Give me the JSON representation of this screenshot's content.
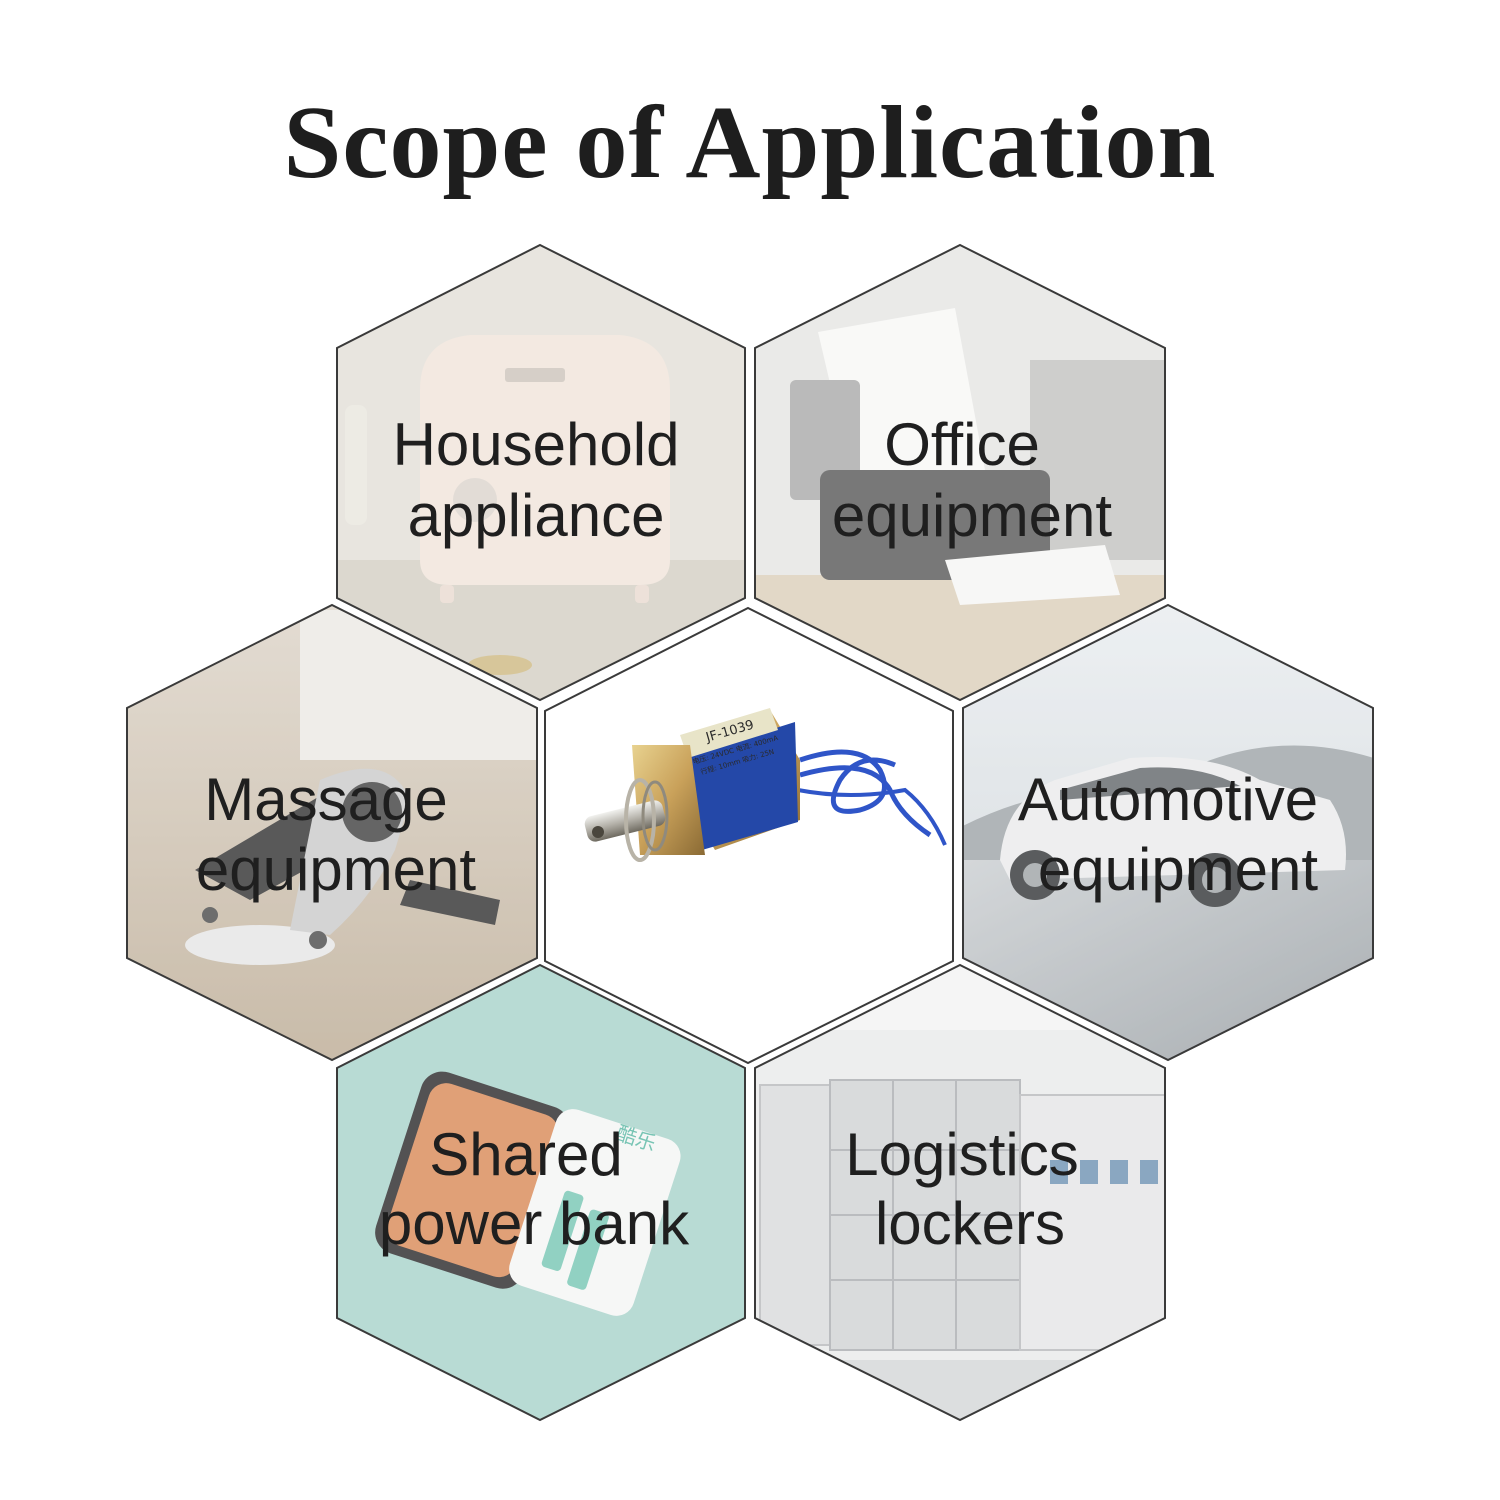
{
  "title": "Scope of Application",
  "applications": [
    {
      "line1": "Household",
      "line2": "appliance"
    },
    {
      "line1": "Office",
      "line2": "equipment"
    },
    {
      "line1": "Massage",
      "line2": "equipment"
    },
    {
      "line1": "Automotive",
      "line2": "equipment"
    },
    {
      "line1": "Shared",
      "line2": "power bank"
    },
    {
      "line1": "Logistics",
      "line2": "lockers"
    }
  ],
  "center_product": {
    "model_label": "JF-1039",
    "spec_line1": "电压: 24VDC  电流: 400mA",
    "spec_line2": "行程: 10mm  吸力: 25N"
  },
  "power_bank_brand": "酷乐",
  "colors": {
    "title": "#1e1e1e",
    "hex_border": "#3a3a3a",
    "power_bank_bg": "#a9d3cb",
    "solenoid_coil": "#2448a8",
    "solenoid_frame": "#c9a15a",
    "wire": "#2f55c8"
  }
}
